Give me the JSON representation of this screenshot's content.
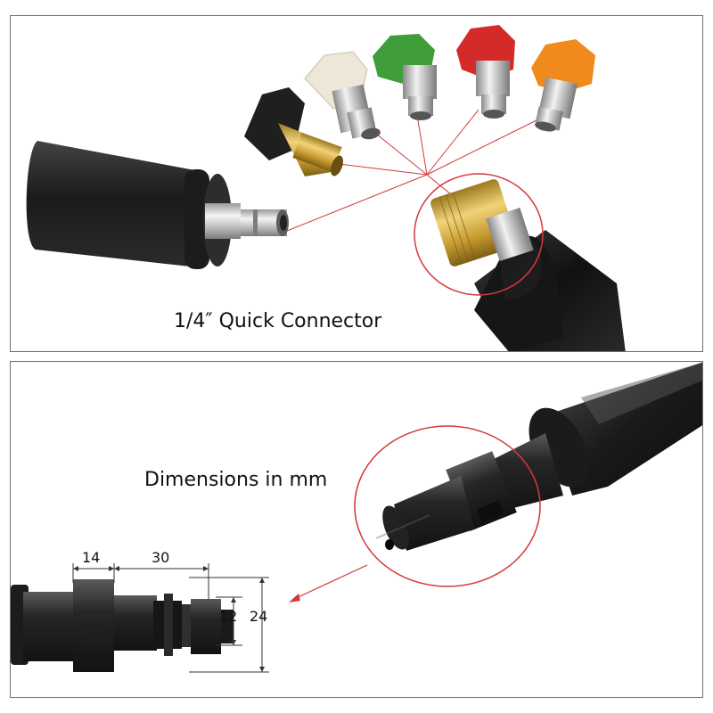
{
  "top_panel": {
    "caption": "1/4″ Quick Connector"
  },
  "bottom_panel": {
    "caption": "Dimensions in mm",
    "dimensions": {
      "length_a": "14",
      "length_b": "30",
      "inner_diameter": "12",
      "outer_diameter": "24"
    }
  },
  "colors": {
    "callout_line": "#d23a3a",
    "nozzle_black": "#1f1f1f",
    "nozzle_white": "#ece7d6",
    "nozzle_green": "#3f9d3a",
    "nozzle_red": "#d42a2a",
    "nozzle_orange": "#f08a1c",
    "brass": "#d8b24a",
    "steel": "#c9c9c9"
  }
}
